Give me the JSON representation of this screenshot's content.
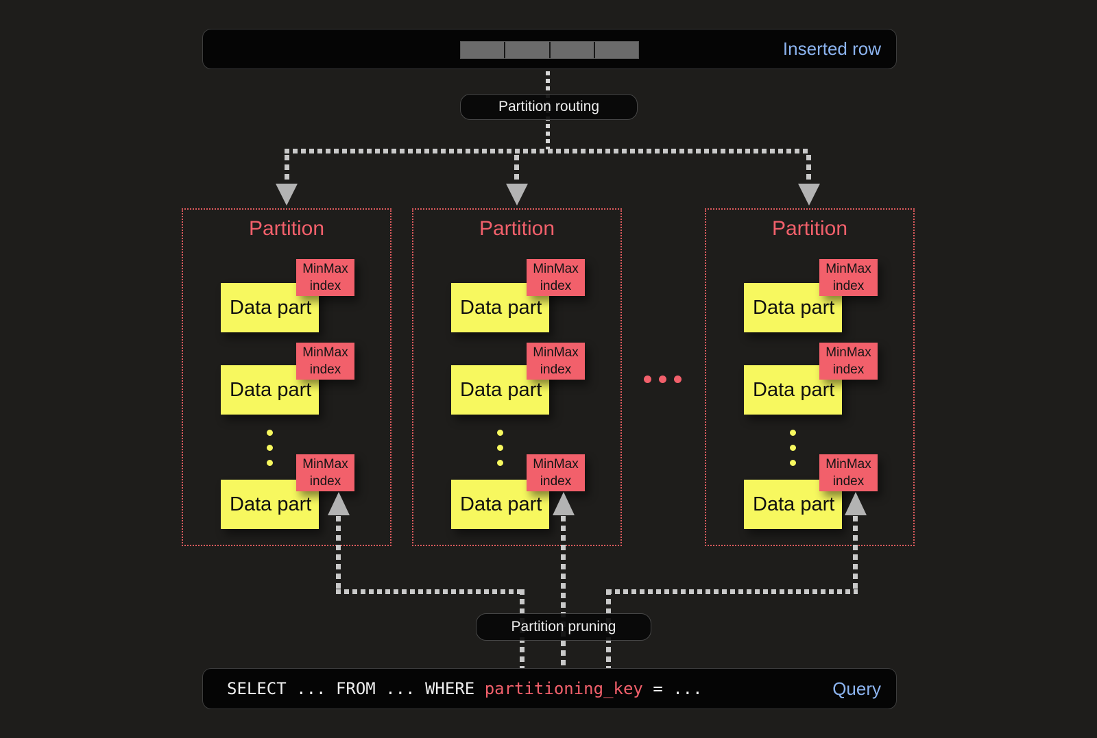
{
  "colors": {
    "background": "#1e1d1b",
    "panel_background": "#050505",
    "accent_red": "#f2606b",
    "partition_border_red": "#e05b5e",
    "accent_yellow": "#f7f85f",
    "accent_blue": "#8cb4f0",
    "connector_gray": "#c9c9c9"
  },
  "inserted_row": {
    "label": "Inserted row",
    "cell_count": 4
  },
  "flow": {
    "routing_label": "Partition routing",
    "pruning_label": "Partition pruning"
  },
  "partitions": [
    {
      "title": "Partition",
      "parts": [
        {
          "label": "Data part",
          "index_label": "MinMax index"
        },
        {
          "label": "Data part",
          "index_label": "MinMax index"
        },
        {
          "label": "Data part",
          "index_label": "MinMax index"
        }
      ],
      "ellipsis": "..."
    },
    {
      "title": "Partition",
      "parts": [
        {
          "label": "Data part",
          "index_label": "MinMax index"
        },
        {
          "label": "Data part",
          "index_label": "MinMax index"
        },
        {
          "label": "Data part",
          "index_label": "MinMax index"
        }
      ],
      "ellipsis": "..."
    },
    {
      "title": "Partition",
      "parts": [
        {
          "label": "Data part",
          "index_label": "MinMax index"
        },
        {
          "label": "Data part",
          "index_label": "MinMax index"
        },
        {
          "label": "Data part",
          "index_label": "MinMax index"
        }
      ],
      "ellipsis": "..."
    }
  ],
  "partitions_ellipsis": "...",
  "query": {
    "code_prefix": "SELECT ... FROM ... WHERE ",
    "highlight": "partitioning_key",
    "code_suffix": " = ...",
    "label": "Query"
  }
}
